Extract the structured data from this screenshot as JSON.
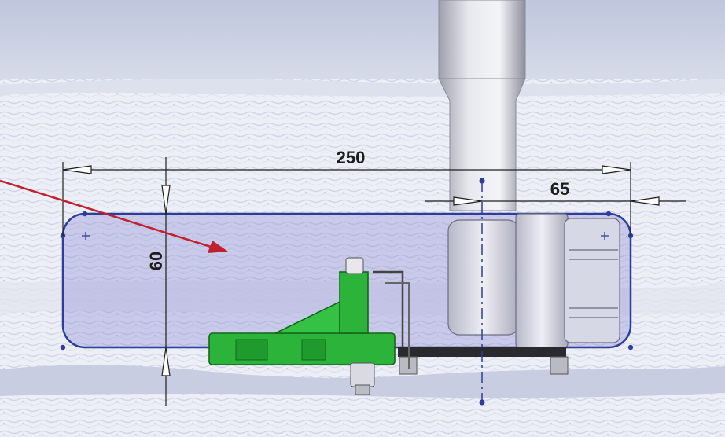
{
  "dimensions": {
    "overall_width": "250",
    "height": "60",
    "offset": "65"
  },
  "colors": {
    "sketch_line": "#2f3d9a",
    "selection_fill": "#8f8ed6",
    "callout_arrow": "#c0202f",
    "part_green": "#2bb33a",
    "dimension_line": "#1f1f1f"
  }
}
